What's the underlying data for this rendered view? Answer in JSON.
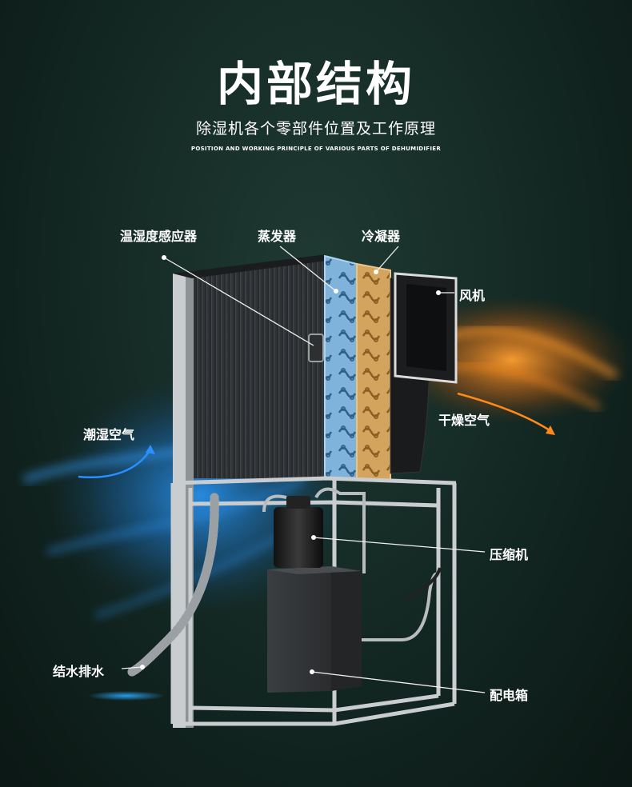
{
  "header": {
    "title": "内部结构",
    "subtitle": "除湿机各个零部件位置及工作原理",
    "subtitle_en": "POSITION AND WORKING PRINCIPLE OF VARIOUS PARTS OF DEHUMIDIFIER"
  },
  "labels": {
    "humidity_sensor": "温湿度感应器",
    "evaporator": "蒸发器",
    "condenser": "冷凝器",
    "fan": "风机",
    "humid_air": "潮湿空气",
    "dry_air": "干燥空气",
    "compressor": "压缩机",
    "drain": "结水排水",
    "electrical_box": "配电箱"
  },
  "colors": {
    "background": "#132722",
    "humid_air": "#1e88e5",
    "dry_air": "#ff8a1a",
    "evaporator": "#7fb3dc",
    "condenser": "#d2a45d",
    "frame": "#c9cdd0",
    "drain_spot": "#1ea0ff"
  }
}
